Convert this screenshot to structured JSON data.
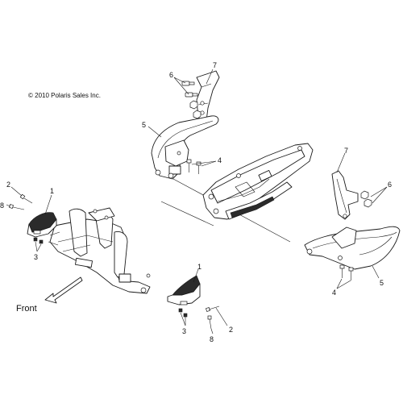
{
  "copyright": "© 2010 Polaris Sales Inc.",
  "direction_label": "Front",
  "callouts": [
    {
      "id": "c-7-top",
      "text": "7"
    },
    {
      "id": "c-6-top",
      "text": "6"
    },
    {
      "id": "c-5-top",
      "text": "5"
    },
    {
      "id": "c-4-top",
      "text": "4"
    },
    {
      "id": "c-2-left",
      "text": "2"
    },
    {
      "id": "c-1-left",
      "text": "1"
    },
    {
      "id": "c-8-left",
      "text": "8"
    },
    {
      "id": "c-3-left",
      "text": "3"
    },
    {
      "id": "c-7-right",
      "text": "7"
    },
    {
      "id": "c-6-right",
      "text": "6"
    },
    {
      "id": "c-4-right",
      "text": "4"
    },
    {
      "id": "c-5-right",
      "text": "5"
    },
    {
      "id": "c-1-bottom",
      "text": "1"
    },
    {
      "id": "c-3-bottom",
      "text": "3"
    },
    {
      "id": "c-2-bottom",
      "text": "2"
    },
    {
      "id": "c-8-bottom",
      "text": "8"
    }
  ]
}
